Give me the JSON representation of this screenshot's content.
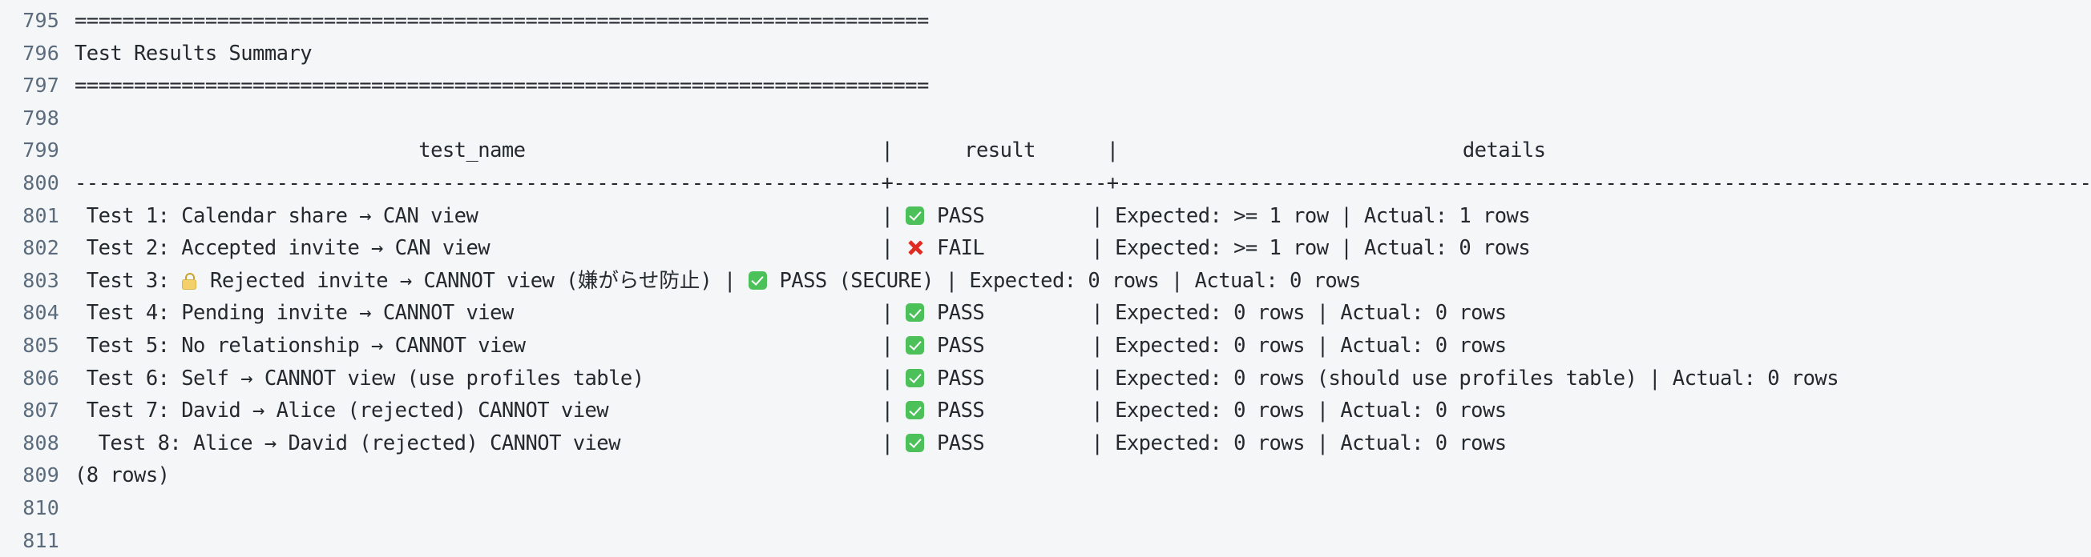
{
  "console": {
    "banner_rule_top": "========================================================================",
    "banner_title": "Test Results Summary",
    "banner_rule_bottom": "========================================================================",
    "blank": "",
    "table": {
      "headers": {
        "test_name": "test_name",
        "result": "result",
        "details": "details"
      },
      "header_line": "                             test_name                              |      result      |                             details",
      "separator": "--------------------------------------------------------------------+------------------+----------------------------------------------------------------------------------",
      "row_count_label": "(8 rows)",
      "columns": [
        "test_name",
        "result",
        "details"
      ],
      "rows": [
        {
          "test_name": " Test 1: Calendar share → CAN view",
          "name_pad": "                                  ",
          "result_icon": "check-mark-button-icon",
          "result": "PASS",
          "result_pad": "         ",
          "details": "Expected: >= 1 row | Actual: 1 rows"
        },
        {
          "test_name": " Test 2: Accepted invite → CAN view",
          "name_pad": "                                 ",
          "result_icon": "cross-mark-icon",
          "result": "FAIL",
          "result_pad": "         ",
          "details": "Expected: >= 1 row | Actual: 0 rows"
        },
        {
          "test_name_pre": " Test 3: ",
          "test_name_icon": "lock-icon",
          "test_name_post": " Rejected invite → CANNOT view (",
          "test_name_jp": "嫌がらせ防止",
          "test_name_tail": ")",
          "test_name": " Test 3: 🔒 Rejected invite → CANNOT view (嫌がらせ防止)",
          "name_pad": " ",
          "result_icon": "check-mark-button-icon",
          "result": "PASS (SECURE)",
          "result_pad": " ",
          "details": "Expected: 0 rows | Actual: 0 rows"
        },
        {
          "test_name": " Test 4: Pending invite → CANNOT view",
          "name_pad": "                               ",
          "result_icon": "check-mark-button-icon",
          "result": "PASS",
          "result_pad": "         ",
          "details": "Expected: 0 rows | Actual: 0 rows"
        },
        {
          "test_name": " Test 5: No relationship → CANNOT view",
          "name_pad": "                              ",
          "result_icon": "check-mark-button-icon",
          "result": "PASS",
          "result_pad": "         ",
          "details": "Expected: 0 rows | Actual: 0 rows"
        },
        {
          "test_name": " Test 6: Self → CANNOT view (use profiles table)",
          "name_pad": "                    ",
          "result_icon": "check-mark-button-icon",
          "result": "PASS",
          "result_pad": "         ",
          "details": "Expected: 0 rows (should use profiles table) | Actual: 0 rows"
        },
        {
          "test_name": " Test 7: David → Alice (rejected) CANNOT view",
          "name_pad": "                       ",
          "result_icon": "check-mark-button-icon",
          "result": "PASS",
          "result_pad": "         ",
          "details": "Expected: 0 rows | Actual: 0 rows"
        },
        {
          "test_name": "  Test 8: Alice → David (rejected) CANNOT view",
          "name_pad": "                      ",
          "result_icon": "check-mark-button-icon",
          "result": "PASS",
          "result_pad": "         ",
          "details": "Expected: 0 rows | Actual: 0 rows"
        }
      ]
    },
    "line_numbers": [
      795,
      796,
      797,
      798,
      799,
      800,
      801,
      802,
      803,
      804,
      805,
      806,
      807,
      808,
      809,
      810,
      811
    ],
    "pipe": "|",
    "colors": {
      "background": "#f4f6f8",
      "text": "#24292f",
      "gutter_text": "#5b6b7c",
      "pass_green": "#4cc15a",
      "fail_red": "#e02b20"
    }
  }
}
